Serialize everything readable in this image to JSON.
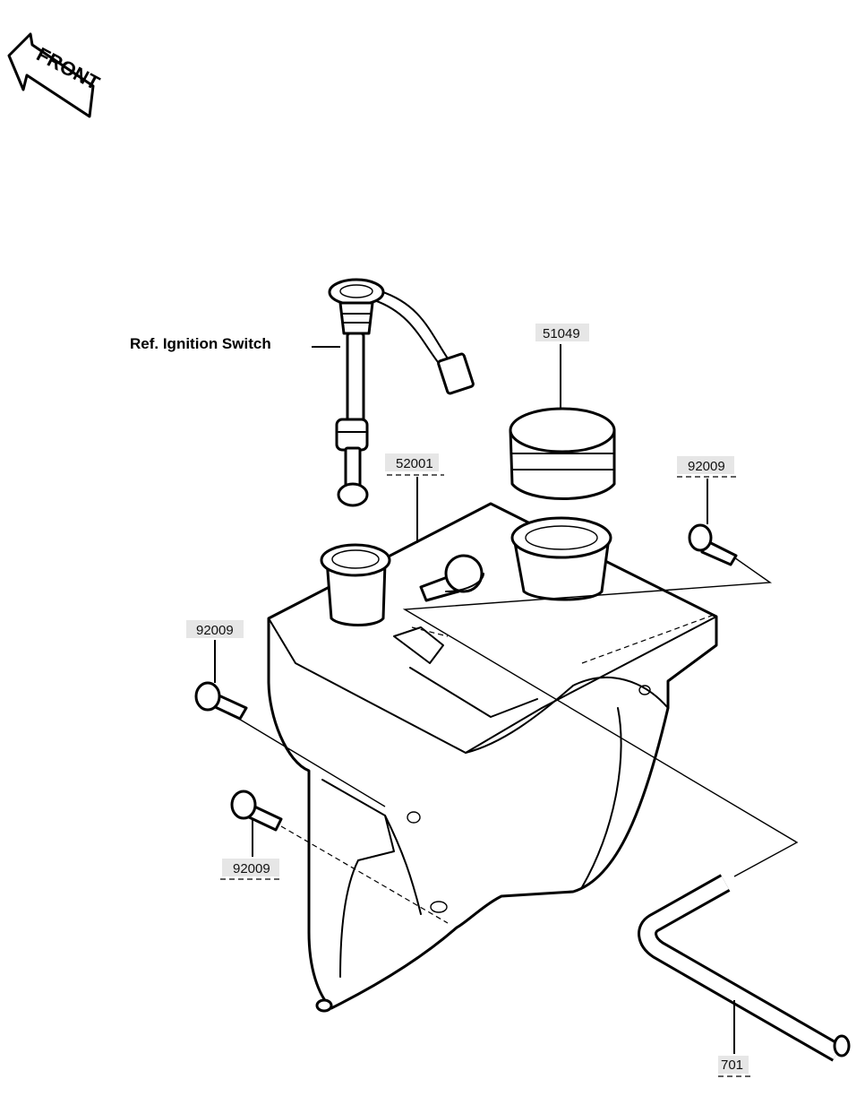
{
  "front_label": "FRONT",
  "reference_label": "Ref. Ignition Switch",
  "callouts": {
    "tank": "52001",
    "cap": "51049",
    "bolt_right": "92009",
    "bolt_left_upper": "92009",
    "bolt_left_lower": "92009",
    "hose": "701"
  }
}
